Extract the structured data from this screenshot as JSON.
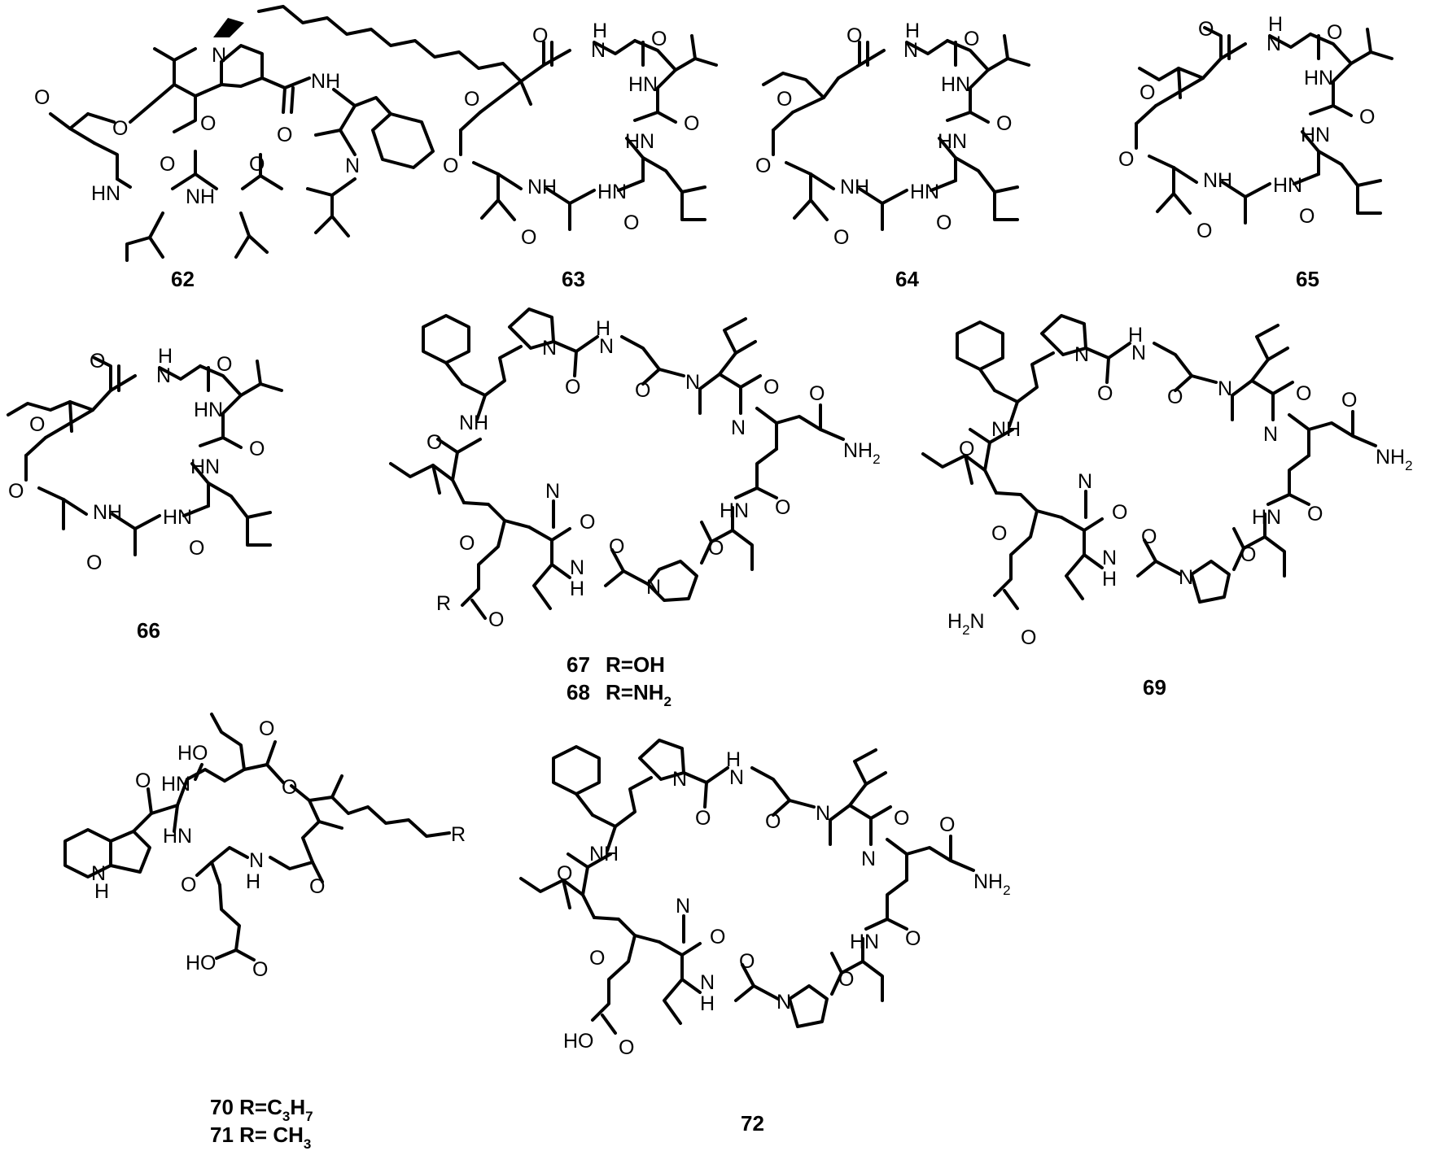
{
  "compounds": [
    {
      "id": "62",
      "label": "62"
    },
    {
      "id": "63",
      "label": "63"
    },
    {
      "id": "64",
      "label": "64"
    },
    {
      "id": "65",
      "label": "65"
    },
    {
      "id": "66",
      "label": "66"
    },
    {
      "id": "67-68",
      "label_a": "67",
      "r_a": "R=OH",
      "label_b": "68",
      "r_b": "R=NH",
      "r_b_sub": "2"
    },
    {
      "id": "69",
      "label": "69"
    },
    {
      "id": "70-71",
      "label_a": "70 R=C",
      "label_a_sub1": "3",
      "label_a_mid": "H",
      "label_a_sub2": "7",
      "label_b": "71 R= CH",
      "label_b_sub": "3"
    },
    {
      "id": "72",
      "label": "72"
    }
  ],
  "atoms": {
    "n": "N",
    "nh": "NH",
    "hn": "HN",
    "h": "H",
    "o": "O",
    "ho": "HO",
    "oh": "OH",
    "h2n": "H",
    "h2n_sub": "2",
    "h2n_tail": "N",
    "nh2": "NH",
    "nh2_sub": "2",
    "r": "R"
  }
}
